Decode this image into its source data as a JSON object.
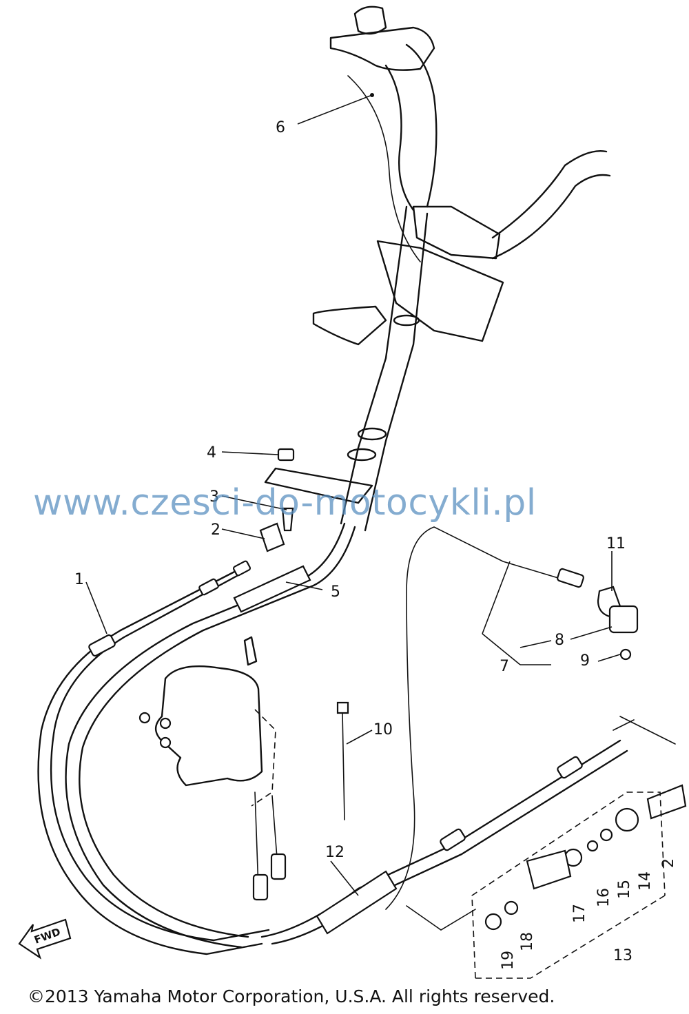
{
  "watermark": "www.czesci-do-motocykli.pl",
  "copyright": "©2013 Yamaha Motor Corporation, U.S.A. All rights reserved.",
  "fwd_label": "FWD",
  "callouts": {
    "c1": "1",
    "c2": "2",
    "c2b": "2",
    "c3": "3",
    "c4": "4",
    "c5": "5",
    "c6": "6",
    "c7": "7",
    "c8": "8",
    "c9": "9",
    "c10": "10",
    "c11": "11",
    "c12": "12",
    "c13": "13",
    "c14": "14",
    "c15": "15",
    "c16": "16",
    "c17": "17",
    "c18": "18",
    "c19": "19"
  },
  "watermark_color": "#558cbe"
}
